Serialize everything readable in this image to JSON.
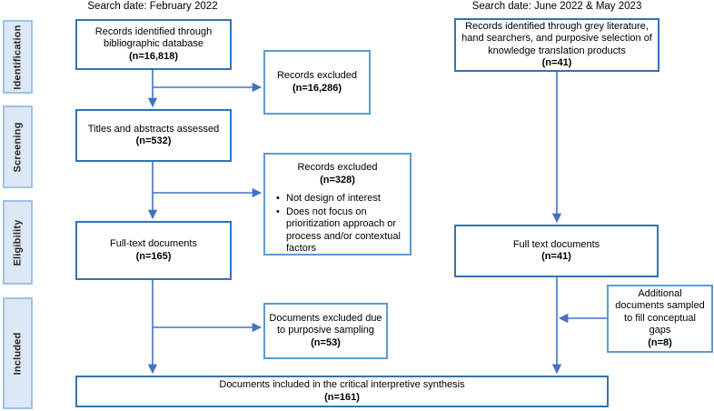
{
  "diagram_type": "prisma-flow",
  "colors": {
    "main_box_border": "#2e75b6",
    "side_box_border": "#5b9bd5",
    "arrow": "#4472c4",
    "stage_fill": "#dce8f6",
    "stage_border": "#9dc3e6",
    "background": "#ffffff"
  },
  "stages": {
    "items": [
      {
        "label": "Identification"
      },
      {
        "label": "Screening"
      },
      {
        "label": "Eligibility"
      },
      {
        "label": "Included"
      }
    ]
  },
  "flow_left": {
    "search_date": "Search date: February 2022",
    "identified": {
      "text": "Records identified through bibliographic database",
      "n": "(n=16,818)"
    },
    "excluded_records": {
      "text": "Records excluded",
      "n": "(n=16,286)"
    },
    "assessed": {
      "text": "Titles and abstracts assessed",
      "n": "(n=532)"
    },
    "excluded_design": {
      "text": "Records excluded",
      "n": "(n=328)",
      "bullets": [
        "Not design of interest",
        "Does not focus on prioritization approach or process and/or contextual factors"
      ]
    },
    "fulltext": {
      "text": "Full-text documents",
      "n": "(n=165)"
    },
    "excluded_purposive": {
      "text": "Documents excluded due to purposive sampling",
      "n": "(n=53)"
    }
  },
  "flow_right": {
    "search_date": "Search date: June 2022 & May 2023",
    "identified": {
      "text": "Records identified through grey literature, hand searchers, and purposive selection of knowledge translation products",
      "n": "(n=41)"
    },
    "fulltext": {
      "text": "Full text documents",
      "n": "(n=41)"
    },
    "additional": {
      "text": "Additional documents sampled to fill conceptual gaps",
      "n": "(n=8)"
    }
  },
  "included": {
    "text": "Documents included in the critical interpretive synthesis",
    "n": "(n=161)"
  }
}
